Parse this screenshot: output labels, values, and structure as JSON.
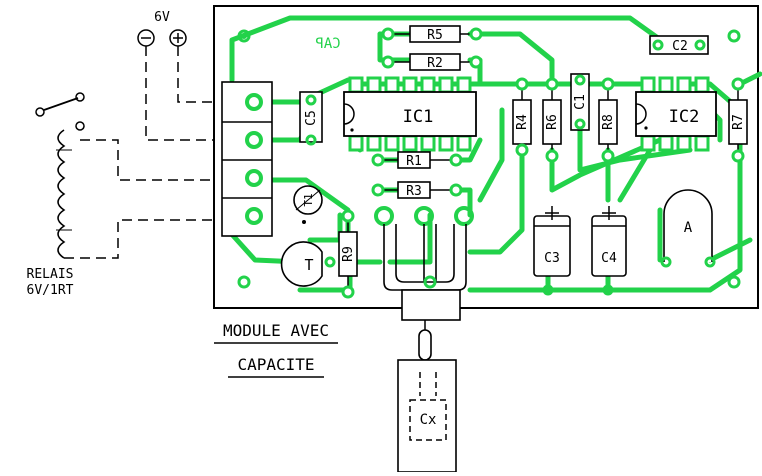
{
  "supply": {
    "voltage": "6V",
    "minus": "⊖",
    "plus": "⊕"
  },
  "relay": {
    "line1": "RELAIS",
    "line2": "6V/1RT"
  },
  "board": {
    "cap_mark": "CAP"
  },
  "components": {
    "ic1": "IC1",
    "ic2": "IC2",
    "r1": "R1",
    "r2": "R2",
    "r3": "R3",
    "r4": "R4",
    "r5": "R5",
    "r6": "R6",
    "r7": "R7",
    "r8": "R8",
    "r9": "R9",
    "c1": "C1",
    "c2": "C2",
    "c3": "C3",
    "c4": "C4",
    "c5": "C5",
    "t1": "T1",
    "t": "T",
    "a": "A"
  },
  "caption": {
    "line1": "MODULE AVEC",
    "line2": "CAPACITE"
  },
  "probe": {
    "label": "Cx"
  },
  "colors": {
    "trace": "#22d24a",
    "outline": "#000000",
    "background": "#ffffff"
  }
}
